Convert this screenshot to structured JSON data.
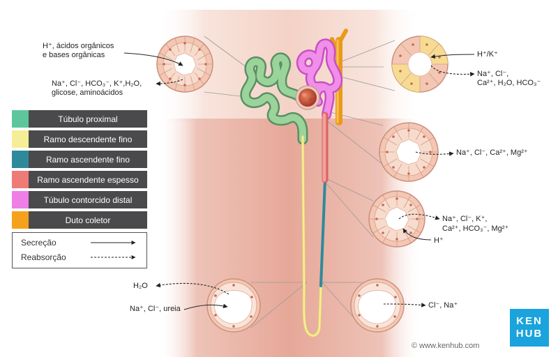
{
  "annotations": {
    "pct_secretion": "H⁺, ácidos orgânicos\ne bases orgânicas",
    "pct_reabsorption_1": "Na⁺, Cl⁻, HCO₃⁻, K⁺,H₂O,",
    "pct_reabsorption_2": "glicose, aminoácidos",
    "collecting_secretion": "H⁺/K⁺",
    "collecting_reabsorption_1": "Na⁺, Cl⁻,",
    "collecting_reabsorption_2": "Ca²⁺, H₂O, HCO₃⁻",
    "distal_reabsorption": "Na⁺, Cl⁻, Ca²⁺, Mg²⁺",
    "thick_reabsorption_1": "Na⁺, Cl⁻, K⁺,",
    "thick_reabsorption_2": "Ca²⁺, HCO₃⁻, Mg²⁺",
    "thick_secretion": "H⁺",
    "descending_water": "H₂O",
    "descending_solutes": "Na⁺, Cl⁻, ureia",
    "thin_ascending": "Cl⁻, Na⁺"
  },
  "legend": [
    {
      "label": "Túbulo proximal",
      "color": "#5dc79b"
    },
    {
      "label": "Ramo descendente fino",
      "color": "#f6ee96"
    },
    {
      "label": "Ramo ascendente fino",
      "color": "#2e8a9a"
    },
    {
      "label": "Ramo ascendente espesso",
      "color": "#ef7b78"
    },
    {
      "label": "Túbulo contorcido distal",
      "color": "#ee7fe6"
    },
    {
      "label": "Duto coletor",
      "color": "#f4a21c"
    }
  ],
  "arrow_legend": {
    "secretion": "Secreção",
    "reabsorption": "Reabsorção"
  },
  "brand": {
    "line1": "KEN",
    "line2": "HUB"
  },
  "credit": "© www.kenhub.com"
}
